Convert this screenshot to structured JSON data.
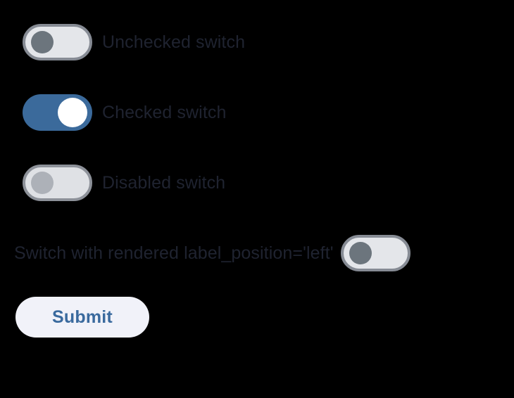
{
  "page": {
    "background_color": "#000000"
  },
  "switches": [
    {
      "name": "unchecked-switch",
      "label": "Unchecked switch",
      "state": "off",
      "checked": false,
      "disabled": false,
      "label_position": "right",
      "track_color": "#e4e6ea",
      "border_color": "#868b94",
      "thumb_color": "#6c757d",
      "label_color": "#1f2330"
    },
    {
      "name": "checked-switch",
      "label": "Checked switch",
      "state": "on",
      "checked": true,
      "disabled": false,
      "label_position": "right",
      "track_color": "#3b6a9b",
      "border_color": "#3b6a9b",
      "thumb_color": "#ffffff",
      "label_color": "#1f2330"
    },
    {
      "name": "disabled-switch",
      "label": "Disabled switch",
      "state": "off",
      "checked": false,
      "disabled": true,
      "label_position": "right",
      "track_color": "#dfe1e5",
      "border_color": "#8d9199",
      "thumb_color": "#adb1b8",
      "label_color": "#1f2330"
    },
    {
      "name": "left-label-switch",
      "label": "Switch with rendered label_position='left'",
      "state": "off",
      "checked": false,
      "disabled": false,
      "label_position": "left",
      "track_color": "#e4e6ea",
      "border_color": "#868b94",
      "thumb_color": "#6c757d",
      "label_color": "#1f2330"
    }
  ],
  "form": {
    "submit_label": "Submit",
    "submit_background": "#f1f2f9",
    "submit_text_color": "#3a6a9e"
  }
}
